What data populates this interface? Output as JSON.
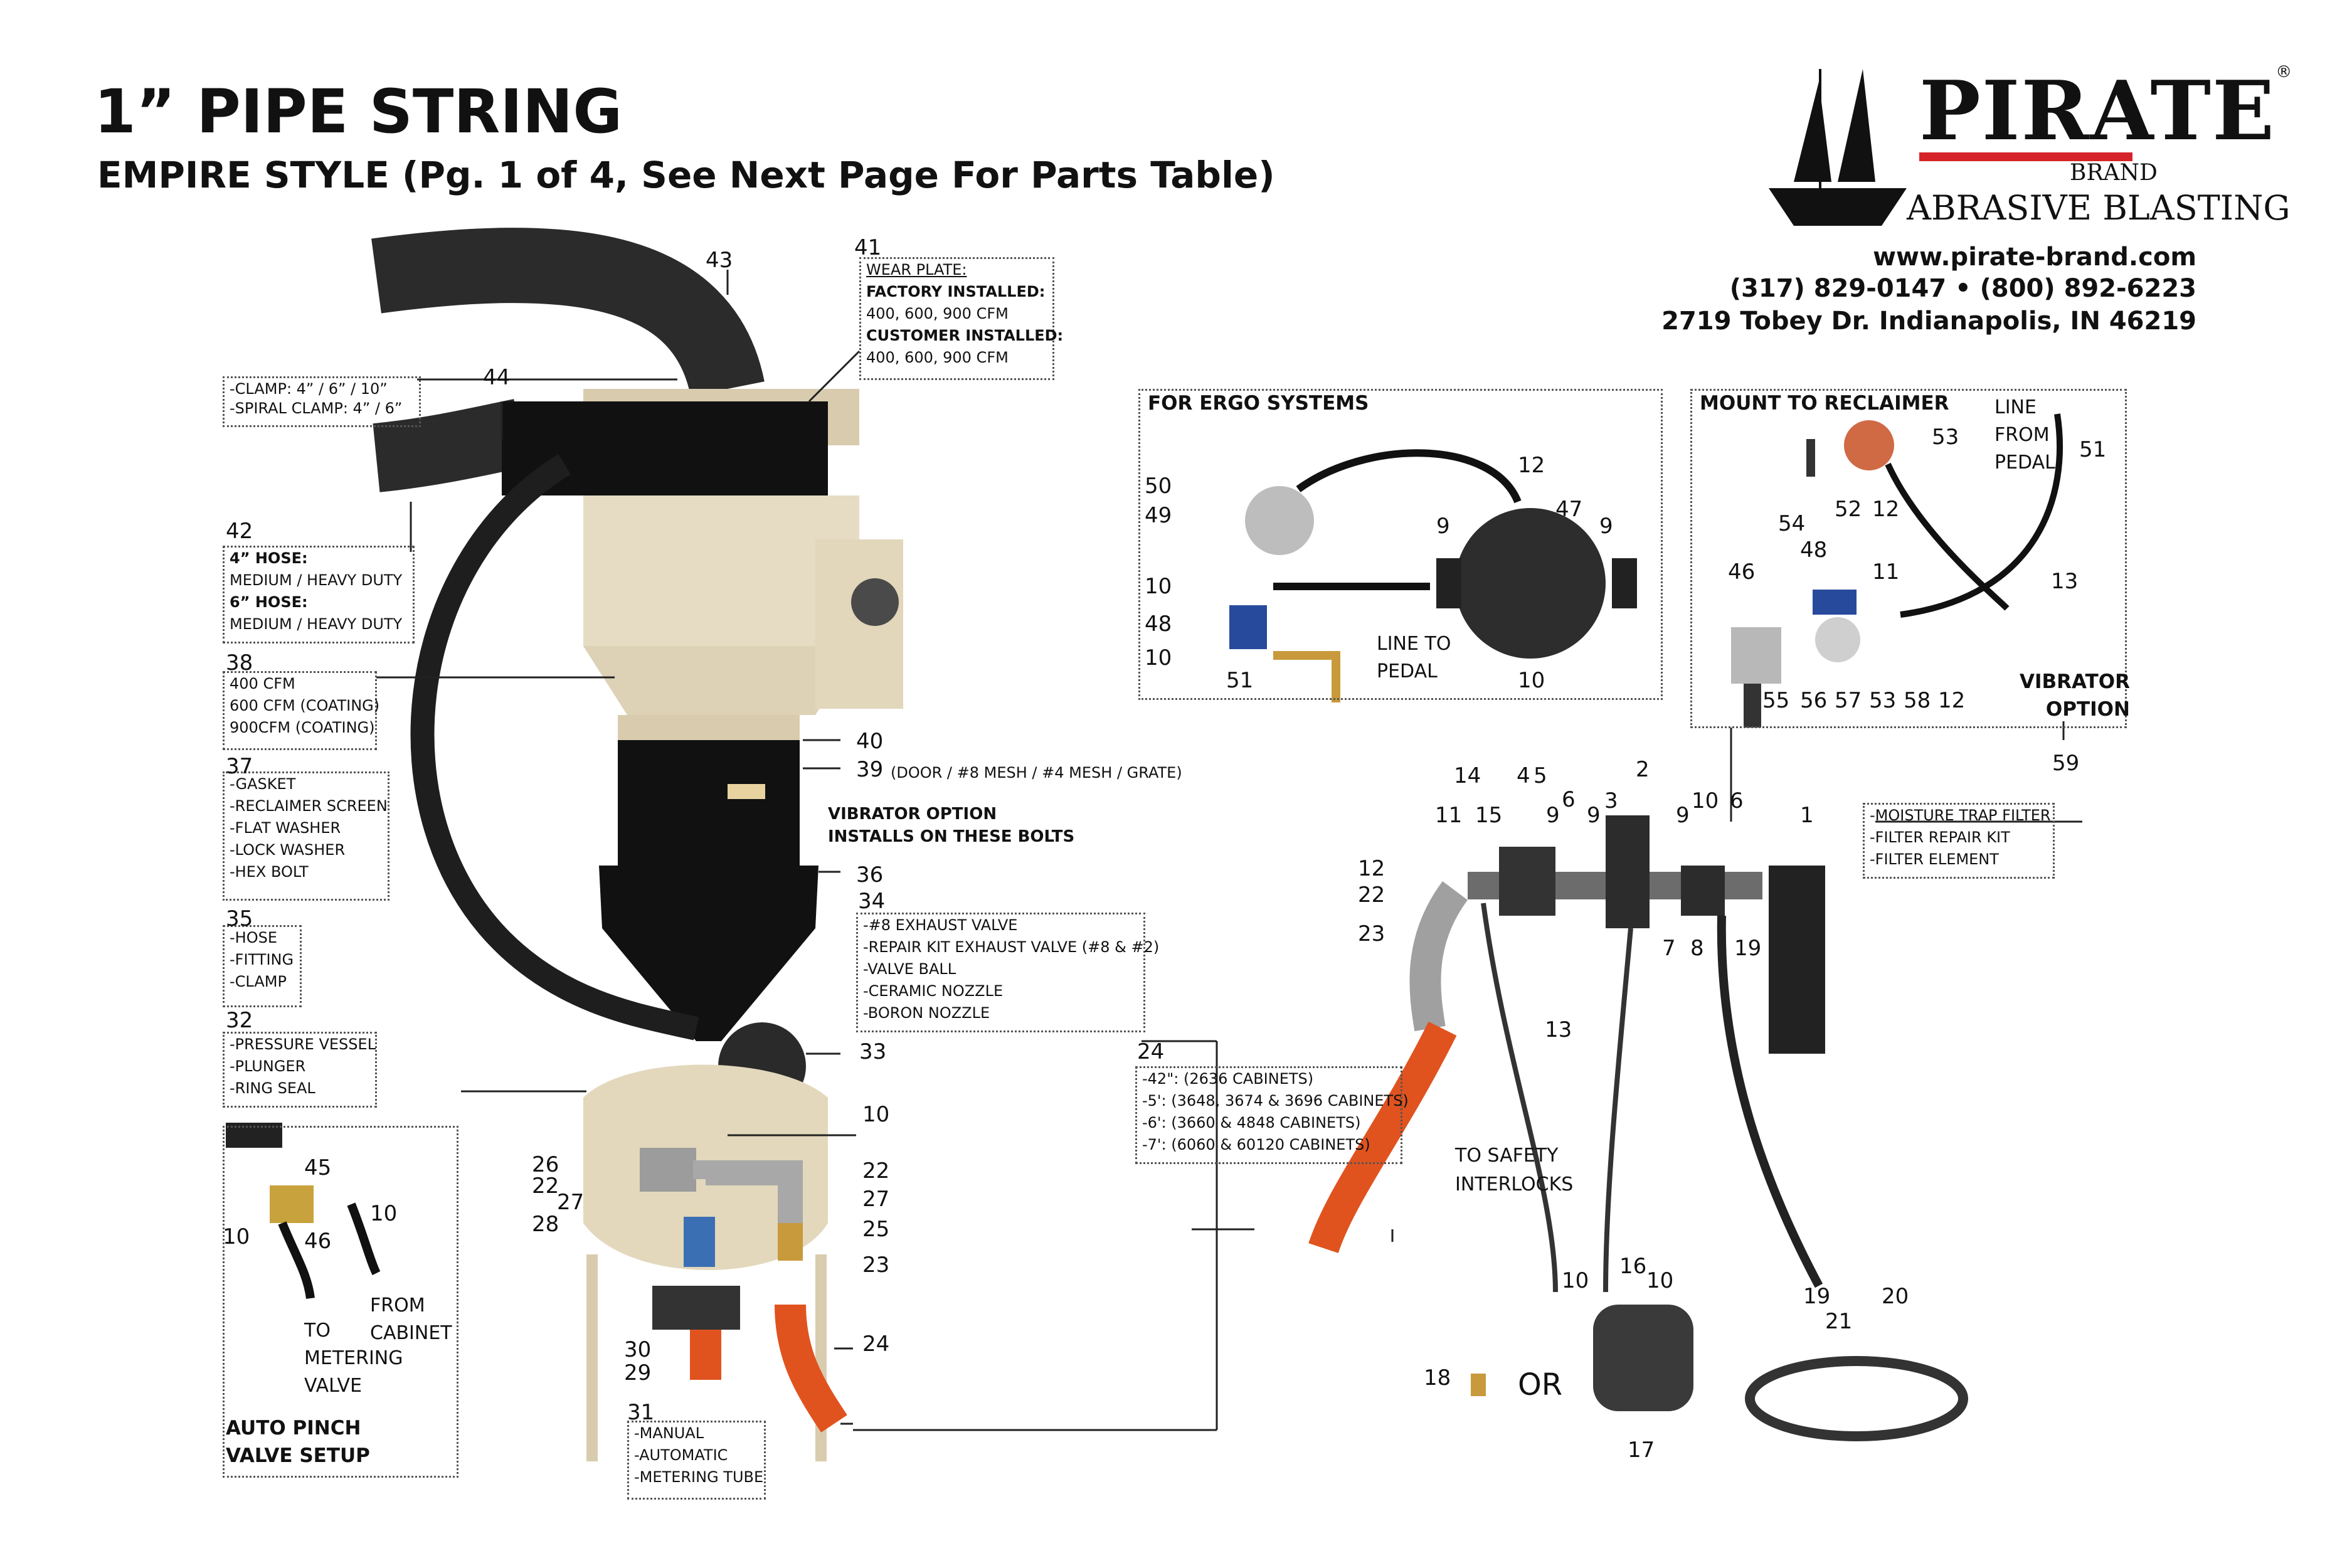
{
  "header": {
    "title": "1” PIPE STRING",
    "subtitle": "EMPIRE STYLE (Pg. 1 of 4, See Next Page For Parts Table)"
  },
  "brand": {
    "name": "PIRATE",
    "registered": "®",
    "sub": "BRAND",
    "tagline": "ABRASIVE BLASTING",
    "website": "www.pirate-brand.com",
    "phone": "(317) 829-0147 • (800) 892-6223",
    "address": "2719 Tobey Dr. Indianapolis, IN 46219",
    "accent_color": "#d6232a"
  },
  "callout_boxes": {
    "b44": [
      "-CLAMP: 4” / 6” / 10”",
      "-SPIRAL CLAMP: 4” / 6”"
    ],
    "b41": [
      "WEAR PLATE:",
      "FACTORY INSTALLED:",
      "400, 600, 900 CFM",
      "CUSTOMER INSTALLED:",
      "400, 600, 900 CFM"
    ],
    "b42": [
      "4” HOSE:",
      "MEDIUM / HEAVY DUTY",
      "6” HOSE:",
      "MEDIUM / HEAVY DUTY"
    ],
    "b38": [
      "400 CFM",
      "600 CFM (COATING)",
      "900CFM (COATING)"
    ],
    "b37": [
      "-GASKET",
      "-RECLAIMER SCREEN",
      "-FLAT WASHER",
      "-LOCK WASHER",
      "-HEX BOLT"
    ],
    "b35": [
      "-HOSE",
      "-FITTING",
      "-CLAMP"
    ],
    "b34": [
      "-#8 EXHAUST VALVE",
      "-REPAIR KIT EXHAUST VALVE (#8 & #2)",
      "-VALVE BALL",
      "-CERAMIC NOZZLE",
      "-BORON NOZZLE"
    ],
    "b32": [
      "-PRESSURE VESSEL",
      "-PLUNGER",
      "-RING SEAL"
    ],
    "b31": [
      "-MANUAL",
      "-AUTOMATIC",
      "-METERING TUBE"
    ],
    "b24": [
      "-42\": (2636 CABINETS)",
      "-5': (3648, 3674 & 3696 CABINETS)",
      "-6': (3660 & 4848  CABINETS)",
      "-7': (6060 & 60120 CABINETS)"
    ],
    "b1": [
      "-MOISTURE TRAP FILTER",
      "-FILTER REPAIR KIT",
      "-FILTER ELEMENT"
    ]
  },
  "part_numbers": {
    "n43": "43",
    "n44": "44",
    "n41": "41",
    "n42": "42",
    "n38": "38",
    "n37": "37",
    "n40": "40",
    "n39": "39",
    "n36": "36",
    "n35": "35",
    "n34": "34",
    "n33": "33",
    "n32": "32",
    "n10a": "10",
    "n26": "26",
    "n22a": "22",
    "n27a": "27",
    "n28": "28",
    "n22b": "22",
    "n27b": "27",
    "n25": "25",
    "n23a": "23",
    "n24a": "24",
    "n30": "30",
    "n29": "29",
    "n31": "31",
    "n45": "45",
    "n10b": "10",
    "n46": "46",
    "n10c": "10",
    "n50": "50",
    "n49": "49",
    "n12a": "12",
    "n47": "47",
    "n9a": "9",
    "n9b": "9",
    "n10d": "10",
    "n48a": "48",
    "n10e": "10",
    "n51a": "51",
    "n10f": "10",
    "n53a": "53",
    "n51b": "51",
    "n52": "52",
    "n12b": "12",
    "n54": "54",
    "n48b": "48",
    "n46b": "46",
    "n11a": "11",
    "n13a": "13",
    "n55": "55",
    "n56": "56",
    "n57": "57",
    "n53b": "53",
    "n58": "58",
    "n12c": "12",
    "n59": "59",
    "n14": "14",
    "n4": "4",
    "n5": "5",
    "n2": "2",
    "n11b": "11",
    "n15": "15",
    "n6a": "6",
    "n9c": "9",
    "n3": "3",
    "n9d": "9",
    "n10g": "10",
    "n6b": "6",
    "n9e": "9",
    "n1": "1",
    "n12d": "12",
    "n22c": "22",
    "n23b": "23",
    "n7": "7",
    "n8": "8",
    "n19a": "19",
    "n13b": "13",
    "n24b": "24",
    "n16": "16",
    "n10h": "10",
    "n10i": "10",
    "n18": "18",
    "n17": "17",
    "n19b": "19",
    "n20": "20",
    "n21": "21"
  },
  "annotations": {
    "n39_desc": "(DOOR / #8 MESH / #4 MESH / GRATE)",
    "vibrator_option": [
      "VIBRATOR OPTION",
      "INSTALLS ON THESE BOLTS"
    ],
    "auto_pinch": [
      "AUTO PINCH",
      "VALVE SETUP"
    ],
    "to_metering": [
      "TO",
      "METERING",
      "VALVE"
    ],
    "from_cabinet": [
      "FROM",
      "CABINET"
    ],
    "ergo_title": "FOR ERGO SYSTEMS",
    "line_to_pedal": [
      "LINE TO",
      "PEDAL"
    ],
    "mount_title": "MOUNT TO RECLAIMER",
    "line_from_pedal": [
      "LINE",
      "FROM",
      "PEDAL"
    ],
    "vibrator_option_box": [
      "VIBRATOR",
      "OPTION"
    ],
    "to_safety": [
      "TO SAFETY",
      "INTERLOCKS"
    ],
    "or": "OR"
  }
}
